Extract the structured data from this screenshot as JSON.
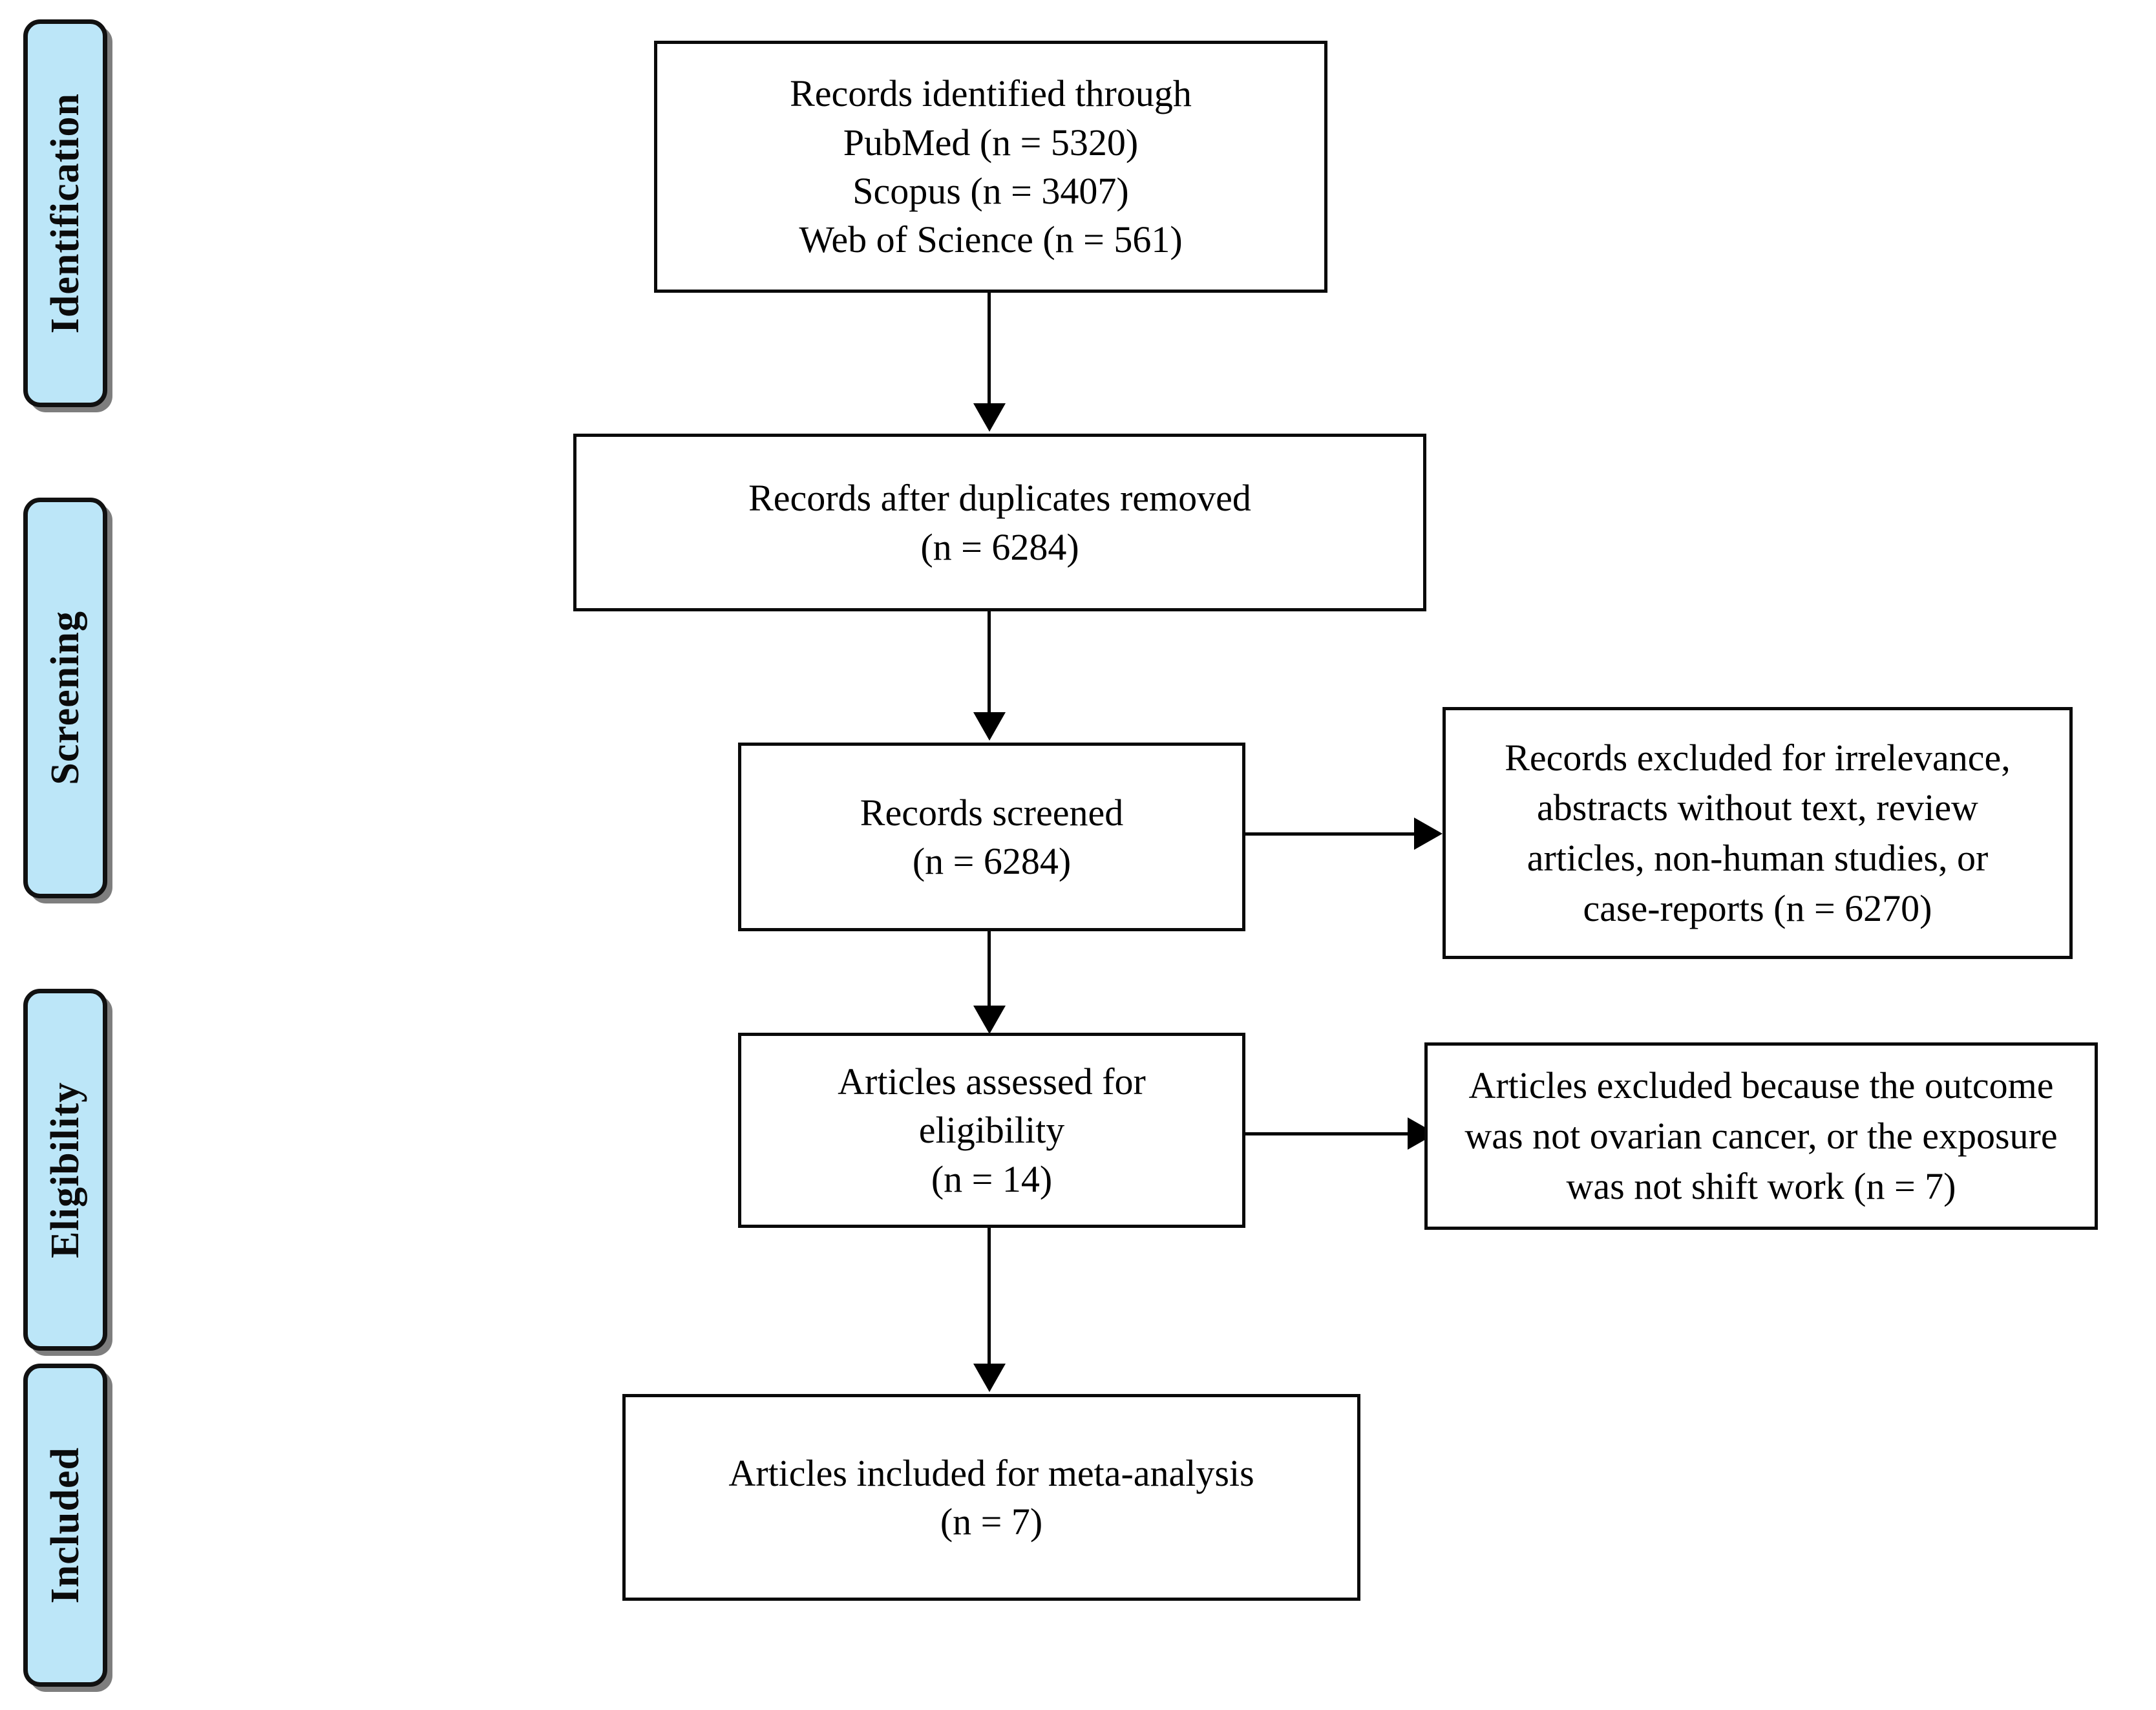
{
  "diagram": {
    "title": "PRISMA study selection flow diagram",
    "accent_color": "#bce6f8",
    "line_color": "#000000"
  },
  "stages": [
    {
      "id": "identification",
      "label": "Identification"
    },
    {
      "id": "screening",
      "label": "Screening"
    },
    {
      "id": "eligibility",
      "label": "Eligibility"
    },
    {
      "id": "included",
      "label": "Included"
    }
  ],
  "boxes": {
    "identified": {
      "text": "Records identified through\nPubMed (n = 5320)\nScopus (n = 3407)\nWeb of Science (n = 561)"
    },
    "after_duplicates": {
      "text": "Records after duplicates removed\n(n = 6284)"
    },
    "screened": {
      "text": "Records screened\n(n = 6284)"
    },
    "records_excluded": {
      "text": "Records excluded for irrelevance,\nabstracts without text, review\narticles, non-human studies, or\ncase-reports (n = 6270)"
    },
    "assessed": {
      "text": "Articles assessed for\neligibility\n(n = 14)"
    },
    "articles_excluded": {
      "text": "Articles excluded because the outcome\nwas not ovarian cancer, or the exposure\nwas not shift work (n = 7)"
    },
    "included_final": {
      "text": "Articles included for meta-analysis\n(n = 7)"
    }
  },
  "counts": {
    "pubmed": 5320,
    "scopus": 3407,
    "web_of_science": 561,
    "after_duplicates": 6284,
    "screened": 6284,
    "records_excluded": 6270,
    "assessed_for_eligibility": 14,
    "articles_excluded": 7,
    "included_for_meta_analysis": 7
  }
}
